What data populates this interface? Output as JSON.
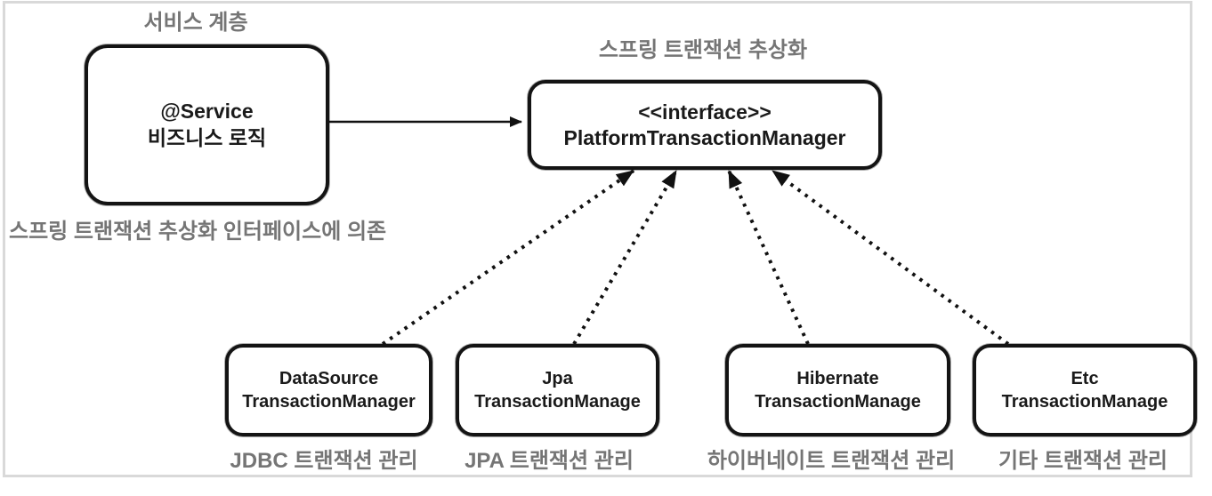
{
  "labels": {
    "service_layer": "서비스 계층",
    "abstraction": "스프링 트랜잭션 추상화",
    "dependency_note": "스프링 트랜잭션 추상화 인터페이스에 의존"
  },
  "service_box": {
    "annotation": "@Service",
    "description": "비즈니스 로직"
  },
  "interface_box": {
    "stereotype": "<<interface>>",
    "name": "PlatformTransactionManager"
  },
  "implementations": [
    {
      "name_line1": "DataSource",
      "name_line2": "TransactionManager",
      "caption": "JDBC 트랜잭션 관리"
    },
    {
      "name_line1": "Jpa",
      "name_line2": "TransactionManage",
      "caption": "JPA 트랜잭션 관리"
    },
    {
      "name_line1": "Hibernate",
      "name_line2": "TransactionManage",
      "caption": "하이버네이트 트랜잭션 관리"
    },
    {
      "name_line1": "Etc",
      "name_line2": "TransactionManage",
      "caption": "기타 트랜잭션 관리"
    }
  ],
  "colors": {
    "box_border": "#141414",
    "text_black": "#1a1a1a",
    "text_gray": "#757575",
    "frame_border": "#d9d9d9"
  }
}
